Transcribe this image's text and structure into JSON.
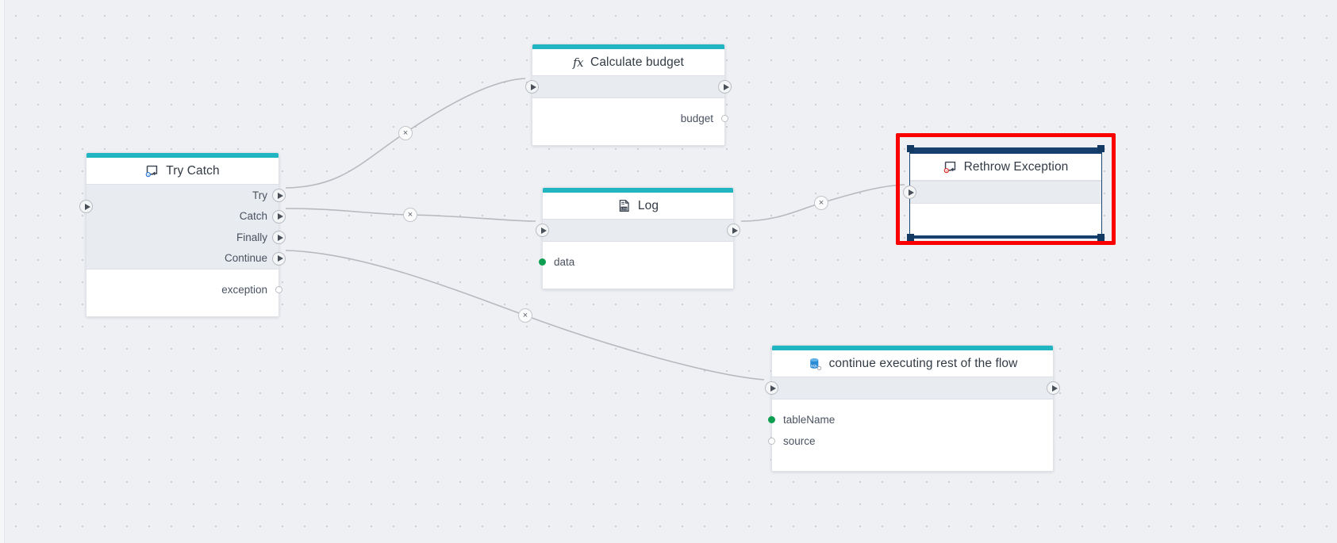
{
  "canvas": {
    "background_color": "#eef0f4",
    "grid_dot_color": "#c9ccd2",
    "accent_color": "#20b5c0",
    "selection_color": "#173f6d",
    "highlight_color": "#fa0000",
    "wire_color": "#b6b9bd",
    "connected_port_color": "#0e9e52"
  },
  "nodes": [
    {
      "id": "try-catch",
      "title": "Try Catch",
      "icon": "try-catch-icon",
      "selected": false,
      "exec_inputs": [
        ""
      ],
      "exec_outputs": [
        "Try",
        "Catch",
        "Finally",
        "Continue"
      ],
      "data_outputs": [
        {
          "label": "exception",
          "connected": false
        }
      ],
      "data_inputs": []
    },
    {
      "id": "calculate-budget",
      "title": "Calculate budget",
      "icon": "fx-icon",
      "selected": false,
      "exec_inputs": [
        ""
      ],
      "exec_outputs": [
        ""
      ],
      "data_outputs": [
        {
          "label": "budget",
          "connected": false
        }
      ],
      "data_inputs": []
    },
    {
      "id": "log",
      "title": "Log",
      "icon": "log-document-icon",
      "selected": false,
      "exec_inputs": [
        ""
      ],
      "exec_outputs": [
        ""
      ],
      "data_inputs": [
        {
          "label": "data",
          "connected": true
        }
      ],
      "data_outputs": []
    },
    {
      "id": "rethrow-exception",
      "title": "Rethrow Exception",
      "icon": "rethrow-exception-icon",
      "selected": true,
      "exec_inputs": [
        ""
      ],
      "exec_outputs": [],
      "data_inputs": [],
      "data_outputs": []
    },
    {
      "id": "continue-flow",
      "title": "continue executing rest of the flow",
      "icon": "sql-database-icon",
      "selected": false,
      "exec_inputs": [
        ""
      ],
      "exec_outputs": [
        ""
      ],
      "data_inputs": [
        {
          "label": "tableName",
          "connected": true
        },
        {
          "label": "source",
          "connected": false
        }
      ],
      "data_outputs": []
    }
  ],
  "wire_badges": [
    {
      "id": "badge-try-to-calculate",
      "label": "×"
    },
    {
      "id": "badge-catch-to-log",
      "label": "×"
    },
    {
      "id": "badge-log-to-rethrow",
      "label": "×"
    },
    {
      "id": "badge-continue-to-flow",
      "label": "×"
    }
  ]
}
